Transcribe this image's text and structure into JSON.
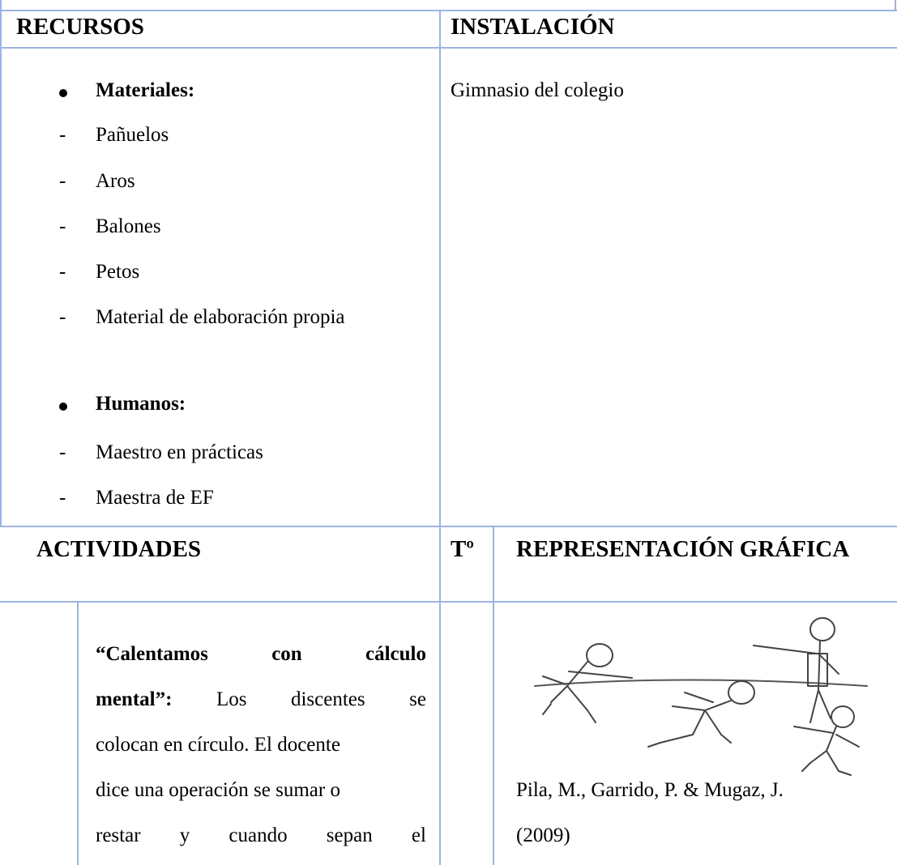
{
  "recursos_section": {
    "heading": "RECURSOS",
    "materiales_title": "Materiales:",
    "materiales_items": [
      "Pañuelos",
      "Aros",
      "Balones",
      "Petos",
      "Material de elaboración propia"
    ],
    "humanos_title": "Humanos:",
    "humanos_items": [
      "Maestro en prácticas",
      "Maestra de EF"
    ],
    "dash": "-"
  },
  "instalacion_section": {
    "heading": "INSTALACIÓN",
    "value": "Gimnasio del colegio"
  },
  "actividades_header": {
    "actividades": "ACTIVIDADES",
    "tiempo": "Tº",
    "representacion": "REPRESENTACIÓN GRÁFICA"
  },
  "activity": {
    "line1": [
      "“Calentamos",
      "con",
      "cálculo"
    ],
    "line2_bold": "mental”:",
    "line2_rest": [
      "Los",
      "discentes",
      "se"
    ],
    "line3": "colocan en círculo. El docente",
    "line4": "dice una operación se sumar o",
    "line5": [
      "restar",
      "y",
      "cuando",
      "sepan",
      "el"
    ]
  },
  "citation": {
    "line1": "Pila, M., Garrido, P. & Mugaz, J.",
    "line2": "(2009)"
  }
}
